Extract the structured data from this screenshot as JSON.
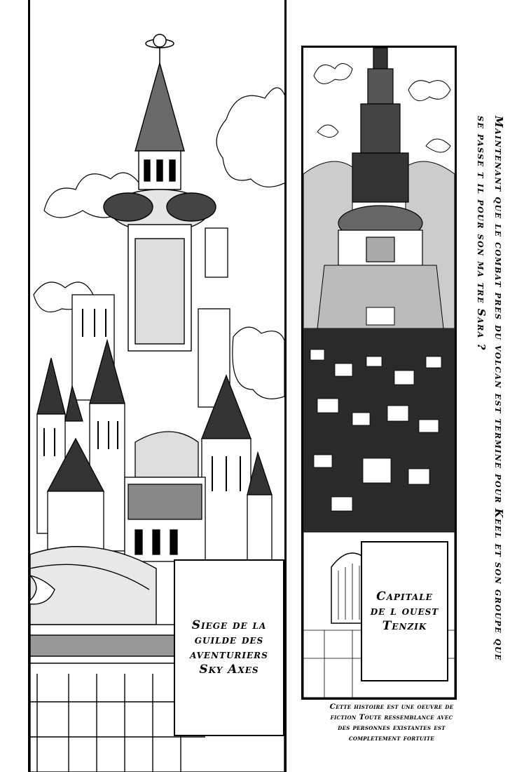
{
  "left_caption": "Siege de la\nguilde des\naventuriers\nSky Axes",
  "right_caption": "Capitale\nde l ouest\nTenzik",
  "vertical_narration": "Maintenant que le combat pres du volcan est termine  pour Keel et son groupe  que se passe t il pour son ma tre Sara ?",
  "disclaimer": [
    "Cette histoire est une oeuvre de",
    "fiction  Toute ressemblance avec",
    "des personnes existantes est",
    "completement fortuite"
  ],
  "colors": {
    "ink": "#000000",
    "paper": "#ffffff",
    "shade": "#555555"
  }
}
